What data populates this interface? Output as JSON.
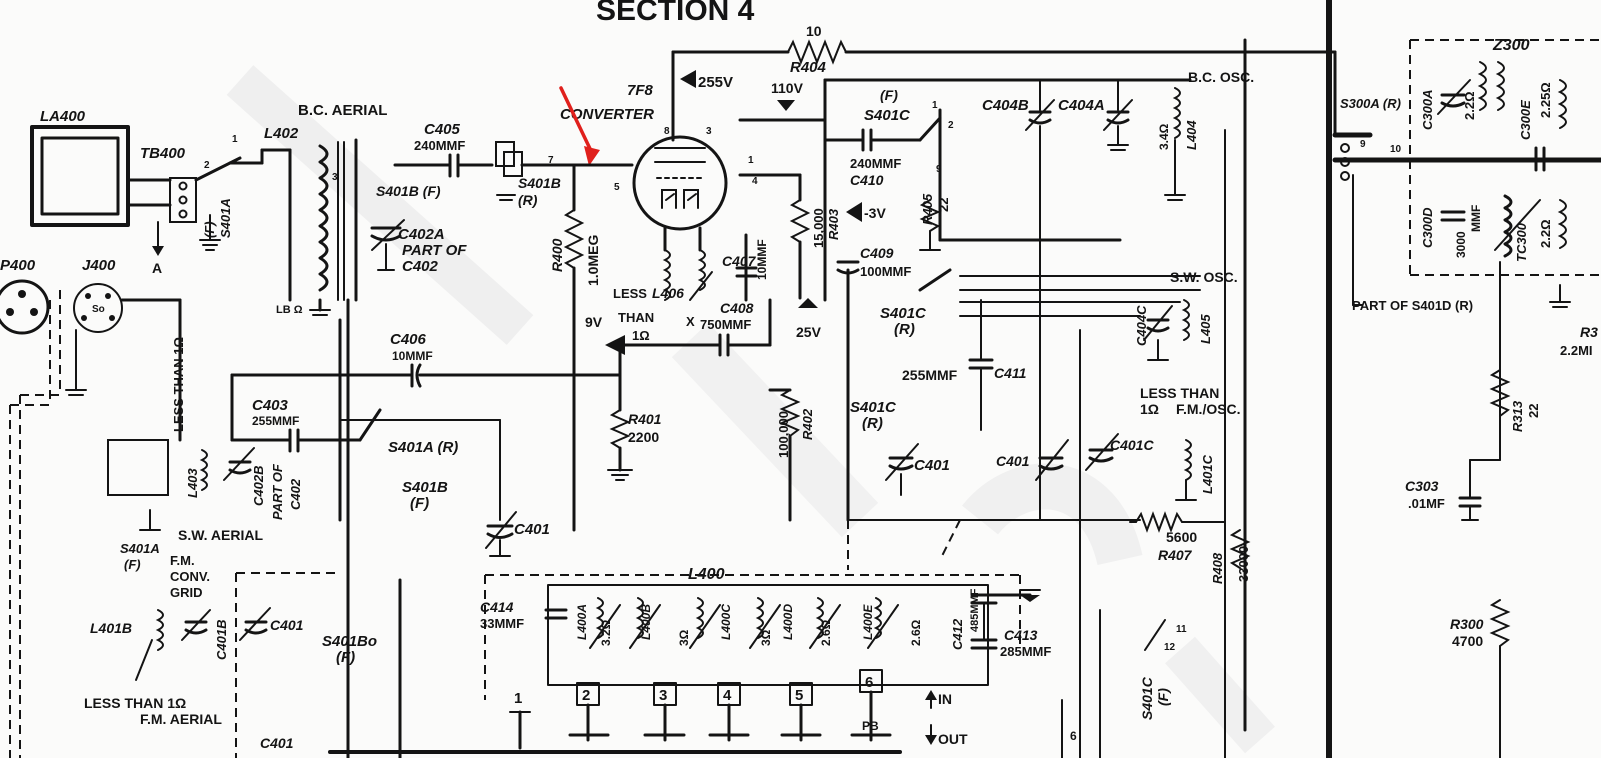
{
  "section_title": "SECTION 4",
  "top_resistor": {
    "ref": "R404",
    "value": "10"
  },
  "tube": {
    "ref": "7F8",
    "function": "CONVERTER"
  },
  "supply": {
    "b_plus": "255V",
    "bias": "-3V",
    "mid": "110V",
    "low": "25V",
    "fil": "9V"
  },
  "annotations": {
    "bc_osc": "B.C. OSC.",
    "sw_osc": "S.W. OSC.",
    "fm_osc": "F.M./OSC.",
    "bc_aerial": "B.C. AERIAL",
    "sw_aerial": "S.W. AERIAL",
    "fm_conv_grid_1": "F.M.",
    "fm_conv_grid_2": "CONV.",
    "fm_conv_grid_3": "GRID",
    "fm_aerial": "F.M. AERIAL",
    "less_than_1_ohm": "LESS THAN 1Ω",
    "less_than": "LESS THAN",
    "one_ohm": "1Ω",
    "less": "LESS",
    "than": "THAN",
    "part_of_s401d": "PART OF S401D (R)",
    "in": "IN",
    "out": "OUT",
    "less_than_1_ohm_vertical": "LESS THAN 1Ω",
    "x": "X",
    "a": "A"
  },
  "components": {
    "la400": "LA400",
    "tb400": "TB400",
    "p400": "P400",
    "j400": "J400",
    "l402": "L402",
    "c405": "C405",
    "c405_val": "240MMF",
    "s401b_f": "S401B (F)",
    "s401b_r": "S401B",
    "r_tag": "(R)",
    "c402a": "C402A",
    "part_of": "PART OF",
    "c402": "C402",
    "s401a_f": "S401A",
    "f_tag": "(F)",
    "r400": "R400",
    "r400_val": "1.0MEG",
    "l406": "L406",
    "c407": "C407",
    "c407_val": "10MMF",
    "r403": "R403",
    "r403_val": "15,000",
    "c408": "C408",
    "c408_val": "750MMF",
    "c406": "C406",
    "c406_val": "10MMF",
    "c403": "C403",
    "c403_val": "255MMF",
    "s401a_r": "S401A (R)",
    "c402b": "C402B",
    "l403": "L403",
    "s401b_f2": "S401B",
    "c401": "C401",
    "r401": "R401",
    "r401_val": "2200",
    "r402": "R402",
    "r402_val": "100,000",
    "s401c_f": "S401C",
    "c410": "C410",
    "c410_val": "240MMF",
    "r405": "R405",
    "r405_val": "22",
    "c409": "C409",
    "c409_val": "100MMF",
    "s401c_r": "S401C",
    "c404b": "C404B",
    "c404a": "C404A",
    "l404": "L404",
    "l404_val": "3.4Ω",
    "c404c": "C404C",
    "l405": "L405",
    "c411": "C411",
    "c411_val": "255MMF",
    "s401c_r2": "S401C",
    "c401c": "C401C",
    "l401c": "L401C",
    "r407": "R407",
    "r407_val": "5600",
    "r408": "R408",
    "r408_val": "33000",
    "l400": "L400",
    "c414": "C414",
    "c414_val": "33MMF",
    "l400a": "L400A",
    "l400b": "L400B",
    "l400c": "L400C",
    "l400d": "L400D",
    "l400e": "L400E",
    "ohm_3_2": "3.2Ω",
    "ohm_3": "3Ω",
    "ohm_3b": "3Ω",
    "ohm_2_6": "2.6Ω",
    "ohm_2_6b": "2.6Ω",
    "c412": "C412",
    "c412_val": "485MMF",
    "c413": "C413",
    "c413_val": "285MMF",
    "s401c_f2": "S401C",
    "l401b": "L401B",
    "c401b": "C401B",
    "s401b_o": "S401Bo",
    "s401a_f2": "S401A",
    "z300": "Z300",
    "s300a": "S300A (R)",
    "c300a": "C300A",
    "c300d": "C300D",
    "c300d_val": "3000",
    "mmf": "MMF",
    "c300e": "C300E",
    "tc300": "TC300",
    "ohm_2_2": "2.2Ω",
    "ohm_2_25": "2.25Ω",
    "ohm_2_2b": "2.2Ω",
    "r313": "R313",
    "r313_val": "22",
    "c303": "C303",
    "c303_val": ".01MF",
    "r300": "R300",
    "r300_val": "4700",
    "r3_partial": "R3",
    "r3_val_partial": "2.2MI",
    "ln_sym": "LB Ω",
    "so": "So"
  },
  "buttons": [
    "1",
    "2",
    "3",
    "4",
    "5",
    "6",
    "PB"
  ],
  "pin_numbers": [
    "1",
    "2",
    "3",
    "4",
    "5",
    "6",
    "7",
    "8",
    "9",
    "10",
    "11",
    "12"
  ]
}
